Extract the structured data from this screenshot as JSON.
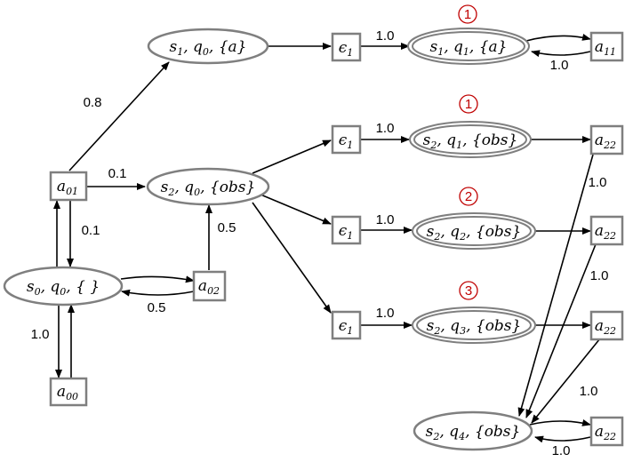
{
  "states": {
    "s1q0a": {
      "s": "s",
      "si": "1",
      "q": "q",
      "qi": "0",
      "set": "{a}"
    },
    "s1q1a": {
      "s": "s",
      "si": "1",
      "q": "q",
      "qi": "1",
      "set": "{a}"
    },
    "s2q0obs": {
      "s": "s",
      "si": "2",
      "q": "q",
      "qi": "0",
      "set": "{obs}"
    },
    "s2q1obs": {
      "s": "s",
      "si": "2",
      "q": "q",
      "qi": "1",
      "set": "{obs}"
    },
    "s2q2obs": {
      "s": "s",
      "si": "2",
      "q": "q",
      "qi": "2",
      "set": "{obs}"
    },
    "s2q3obs": {
      "s": "s",
      "si": "2",
      "q": "q",
      "qi": "3",
      "set": "{obs}"
    },
    "s0q0": {
      "s": "s",
      "si": "0",
      "q": "q",
      "qi": "0",
      "set": "{ }"
    },
    "s2q4obs": {
      "s": "s",
      "si": "2",
      "q": "q",
      "qi": "4",
      "set": "{obs}"
    }
  },
  "actions": {
    "eps1_top": {
      "base": "ϵ",
      "sub": "1"
    },
    "eps1_a": {
      "base": "ϵ",
      "sub": "1"
    },
    "eps1_b": {
      "base": "ϵ",
      "sub": "1"
    },
    "eps1_c": {
      "base": "ϵ",
      "sub": "1"
    },
    "a11": {
      "base": "a",
      "sub": "11"
    },
    "a01": {
      "base": "a",
      "sub": "01"
    },
    "a02": {
      "base": "a",
      "sub": "02"
    },
    "a00": {
      "base": "a",
      "sub": "00"
    },
    "a22_1": {
      "base": "a",
      "sub": "22"
    },
    "a22_2": {
      "base": "a",
      "sub": "22"
    },
    "a22_3": {
      "base": "a",
      "sub": "22"
    },
    "a22_4": {
      "base": "a",
      "sub": "22"
    }
  },
  "ranks": {
    "r1_top": "1",
    "r1_mid": "1",
    "r2": "2",
    "r3": "3"
  },
  "probabilities": {
    "p_eps_s1q1": "1.0",
    "p_a11_back": "1.0",
    "p_a01_s1q0": "0.8",
    "p_a01_s2q0": "0.1",
    "p_a01_s0": "0.1",
    "p_a02_s2q0": "0.5",
    "p_a02_s0": "0.5",
    "p_a00": "1.0",
    "p_eps_s2q1": "1.0",
    "p_eps_s2q2": "1.0",
    "p_eps_s2q3": "1.0",
    "p_a22_1": "1.0",
    "p_a22_2": "1.0",
    "p_a22_3": "1.0",
    "p_a22_4": "1.0"
  },
  "colors": {
    "node_stroke": "#7f7f7f",
    "edge": "#000000",
    "rank": "#c00000"
  }
}
